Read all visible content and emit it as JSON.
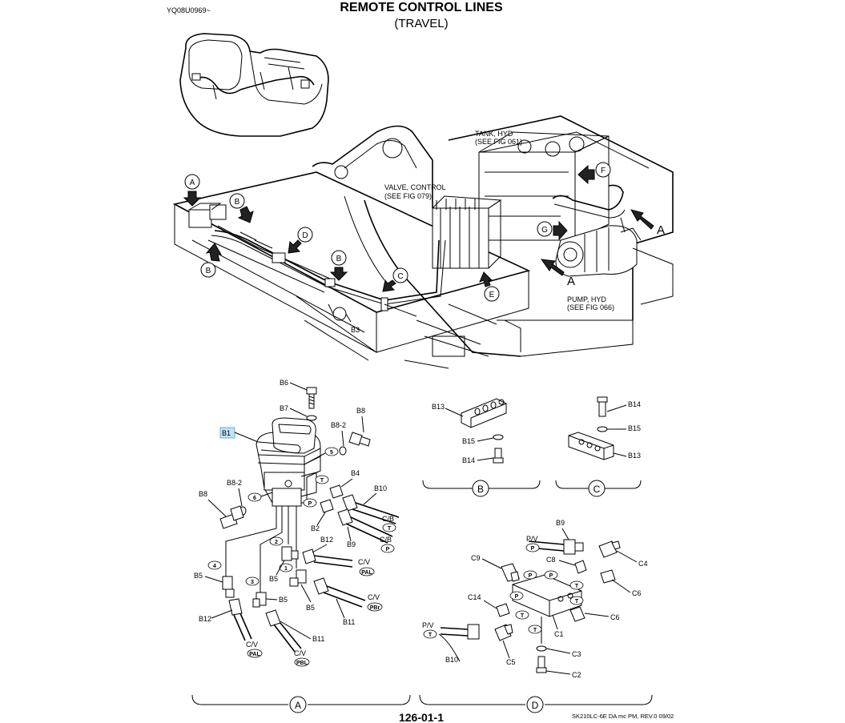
{
  "header": {
    "doc_code": "YQ08U0969~",
    "title": "REMOTE CONTROL LINES",
    "subtitle": "(TRAVEL)"
  },
  "overview": {
    "tank_label": "TANK, HYD",
    "tank_ref": "(SEE FIG 061)",
    "valve_label": "VALVE, CONTROL",
    "valve_ref": "(SEE FIG 079)",
    "pump_label": "PUMP, HYD",
    "pump_ref": "(SEE FIG 066)",
    "callouts": {
      "a1": "A",
      "a2": "A",
      "a3": "A",
      "b1": "B",
      "b2": "B",
      "b3": "B",
      "c": "C",
      "d": "D",
      "e": "E",
      "f": "F",
      "g": "G"
    },
    "b3_label": "B3"
  },
  "detail_a": {
    "b1_highlight": "B1",
    "labels": {
      "b6": "B6",
      "b7": "B7",
      "b8_2_top": "B8-2",
      "b8_top": "B8",
      "b4": "B4",
      "b10": "B10",
      "b8_2_left": "B8-2",
      "b8_left": "B8",
      "b2": "B2",
      "b9": "B9",
      "b12_top": "B12",
      "b5_a": "B5",
      "b5_b": "B5",
      "b5_c": "B5",
      "b5_d": "B5",
      "b12_bot": "B12",
      "b11_a": "B11",
      "b11_b": "B11",
      "cb_1": "C/B",
      "cb_2": "C/B",
      "cv_pal": "C/V",
      "cv_pbr": "C/V",
      "cv_pal2": "C/V",
      "cv_pbl": "C/V"
    },
    "ports": {
      "t1": "T",
      "t2": "T",
      "p1": "P",
      "p2": "P",
      "pal1": "PAL",
      "pbr": "PBr",
      "pal2": "PAL",
      "pbl": "PBL"
    },
    "numbers": {
      "n1": "1",
      "n2": "2",
      "n3": "3",
      "n4": "4",
      "n5": "5",
      "n6": "6"
    },
    "section": "A"
  },
  "detail_b": {
    "labels": {
      "b13": "B13",
      "b15": "B15",
      "b14": "B14"
    },
    "section": "B"
  },
  "detail_c": {
    "labels": {
      "b14": "B14",
      "b15": "B15",
      "b13": "B13"
    },
    "section": "C"
  },
  "detail_d": {
    "labels": {
      "b9": "B9",
      "pv1": "P/V",
      "c4": "C4",
      "c9": "C9",
      "c8": "C8",
      "c6a": "C6",
      "c14": "C14",
      "c6b": "C6",
      "pv2": "P/V",
      "c1": "C1",
      "b10": "B10",
      "c5": "C5",
      "c3": "C3",
      "c2": "C2"
    },
    "ports": {
      "p_pv1": "P",
      "p1": "P",
      "p2": "P",
      "p3": "P",
      "t1": "T",
      "t2": "T",
      "t3": "T",
      "t4": "T",
      "t_pv2": "T"
    },
    "section": "D"
  },
  "footer": {
    "page_number": "126-01-1",
    "model_rev": "SK210LC-6E DA mc PM,  REV.0 09/02"
  },
  "colors": {
    "highlight": "#bfe3f7",
    "ink": "#000000",
    "paper": "#ffffff"
  }
}
